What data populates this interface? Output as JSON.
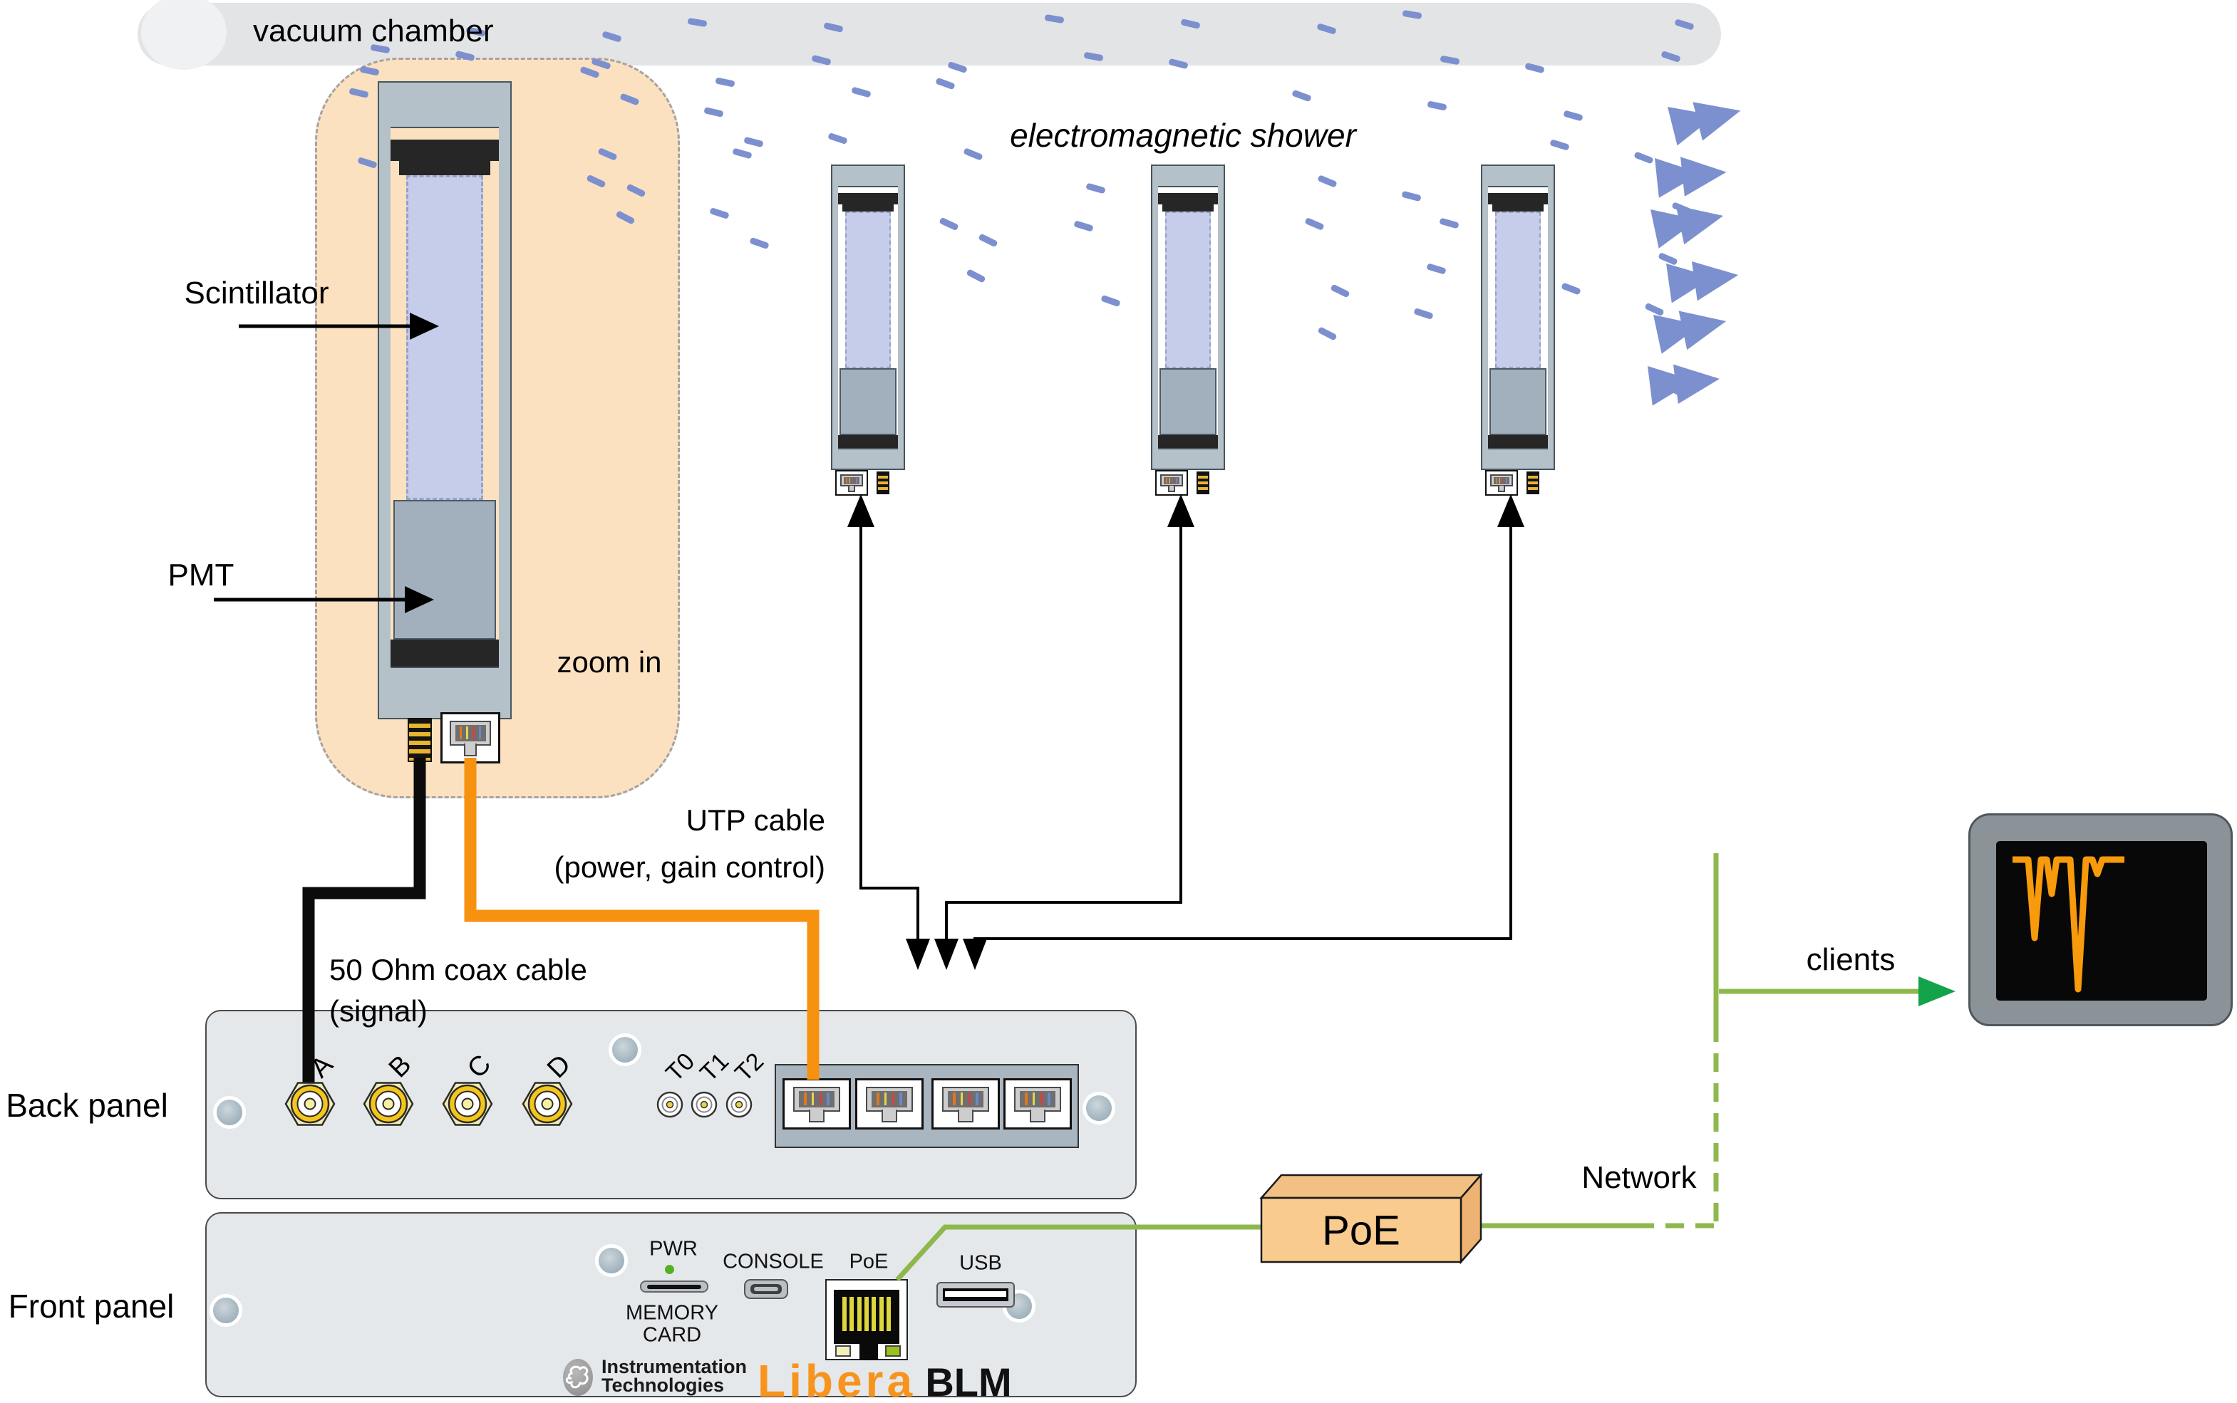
{
  "chamber": {
    "label": "vacuum chamber"
  },
  "shower": {
    "label": "electromagnetic shower",
    "particle_color": "#7c90cf"
  },
  "detector": {
    "scintillator_label": "Scintillator",
    "pmt_label": "PMT",
    "zoom_label": "zoom in"
  },
  "cables": {
    "utp_label_line1": "UTP cable",
    "utp_label_line2": "(power, gain control)",
    "utp_color": "#f6920f",
    "coax_label_line1": "50 Ohm coax cable",
    "coax_label_line2": "(signal)",
    "coax_color": "#0b0b0b"
  },
  "back_panel": {
    "label": "Back panel",
    "sma_labels": [
      "A",
      "B",
      "C",
      "D"
    ],
    "trigger_labels": [
      "T0",
      "T1",
      "T2"
    ]
  },
  "front_panel": {
    "label": "Front panel",
    "pwr_label": "PWR",
    "memory_label_line1": "MEMORY",
    "memory_label_line2": "CARD",
    "console_label": "CONSOLE",
    "poe_label": "PoE",
    "usb_label": "USB",
    "maker_line1": "Instrumentation",
    "maker_line2": "Technologies",
    "brand": "Libera",
    "product": "BLM",
    "brand_color": "#f7941d",
    "led_color": "#56b023"
  },
  "network": {
    "poe_box_label": "PoE",
    "network_label": "Network",
    "clients_label": "clients",
    "link_color": "#8eb84e",
    "arrow_color": "#12a34b"
  },
  "scope": {
    "trace_color": "#f79a0b"
  }
}
